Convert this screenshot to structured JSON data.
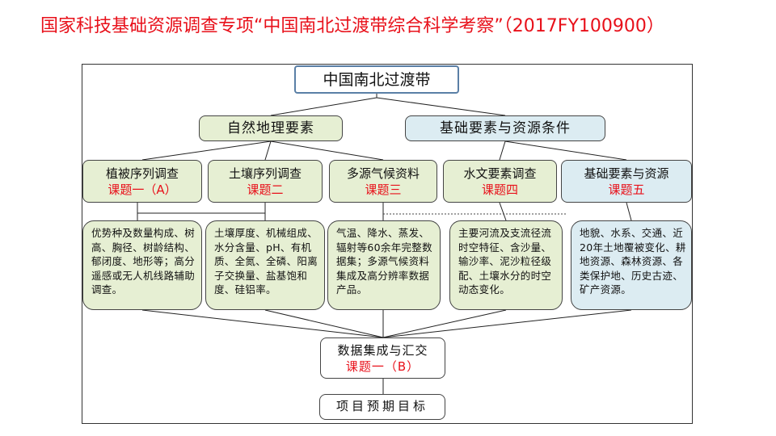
{
  "slide_title": "国家科技基础资源调查专项“中国南北过渡带综合科学考察”（2017FY100900）",
  "root": "中国南北过渡带",
  "categories": [
    "自然地理要素",
    "基础要素与资源条件"
  ],
  "topics": [
    {
      "name": "植被序列调查",
      "code": "课题一（A）"
    },
    {
      "name": "土壤序列调查",
      "code": "课题二"
    },
    {
      "name": "多源气候资料",
      "code": "课题三"
    },
    {
      "name": "水文要素调查",
      "code": "课题四"
    },
    {
      "name": "基础要素与资源",
      "code": "课题五"
    }
  ],
  "details": [
    "优势种及数量构成、树高、胸径、树龄结构、郁闭度、地形等；高分遥感或无人机线路辅助调查。",
    "土壤厚度、机械组成、水分含量、pH、有机质、全氮、全磷、阳离子交换量、盐基饱和度、硅铝率。",
    "气温、降水、蒸发、辐射等60余年完整数据集；多源气候资料集成及高分辨率数据产品。",
    "主要河流及支流径流时空特征、含沙量、输沙率、泥沙粒径级配、土壤水分的时空动态变化。",
    "地貌、水系、交通、近20年土地覆被变化、耕地资源、森林资源、各类保护地、历史古迹、矿产资源。"
  ],
  "integration": {
    "name": "数据集成与汇交",
    "code": "课题一（B）"
  },
  "outcome": "项目预期目标",
  "colors": {
    "title": "#e8101a",
    "green_fill": "#e6efd3",
    "blue_fill": "#dcecf2",
    "code_text": "#e8101a"
  }
}
